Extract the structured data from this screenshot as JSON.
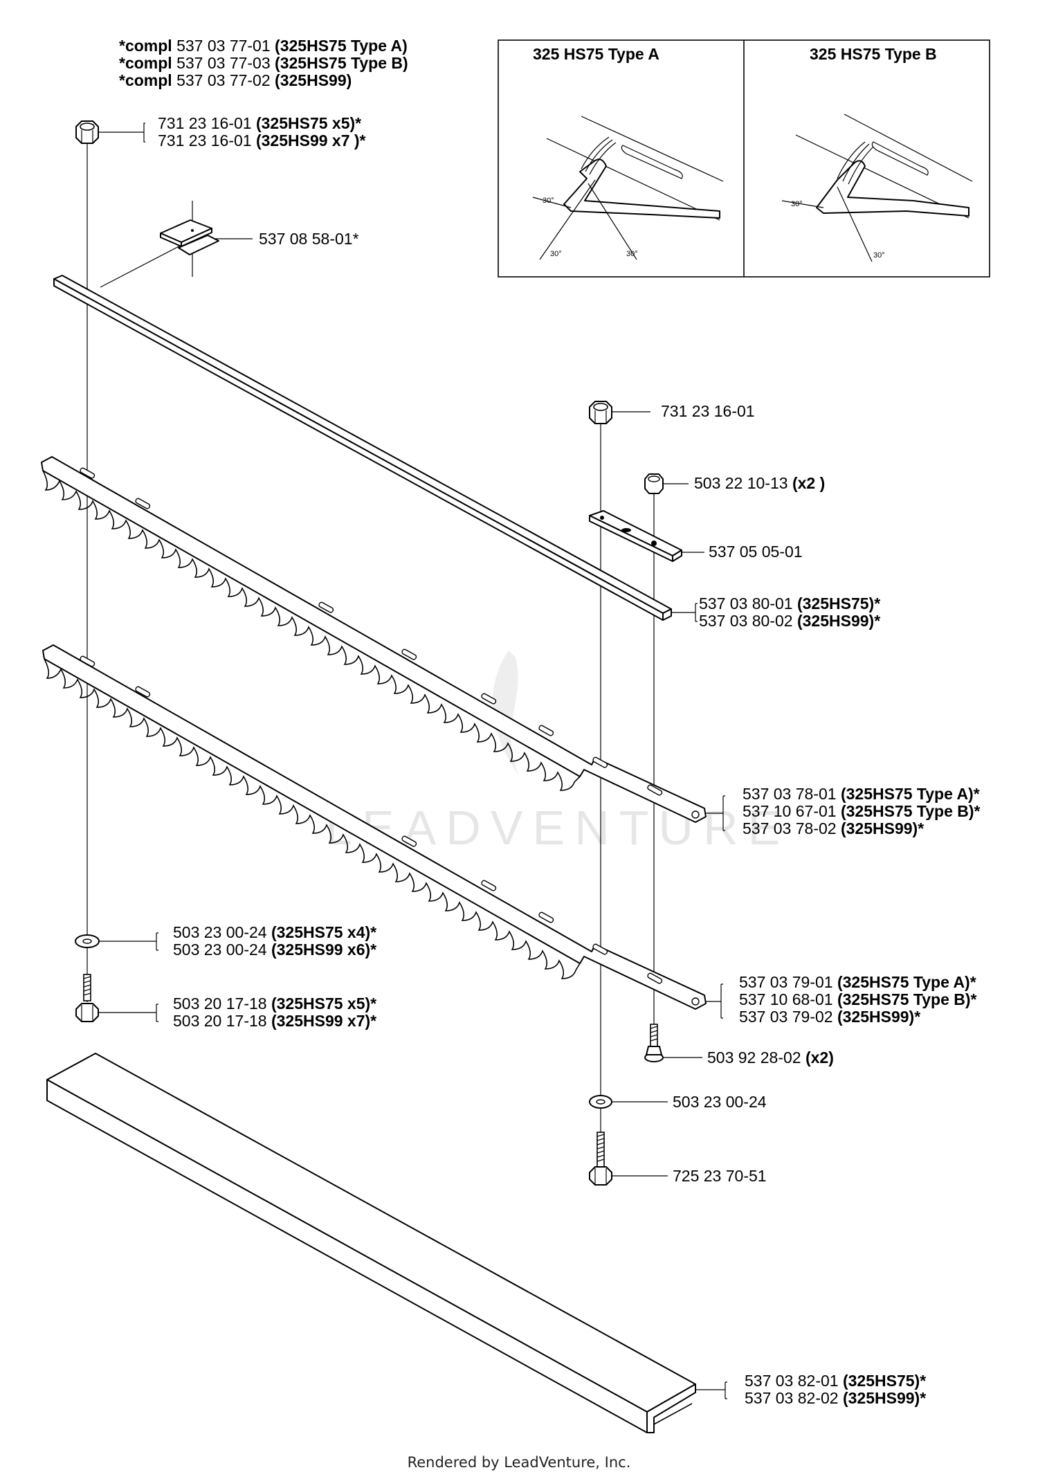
{
  "header_notes": [
    {
      "prefix": "*compl",
      "part": "537 03 77-01",
      "model": "(325HS75 Type A)"
    },
    {
      "prefix": "*compl",
      "part": "537 03 77-03",
      "model": "(325HS75 Type B)"
    },
    {
      "prefix": "*compl",
      "part": "537 03 77-02",
      "model": "(325HS99)"
    }
  ],
  "inset": {
    "type_a_title": "325 HS75 Type A",
    "type_b_title": "325 HS75 Type B",
    "type_a_angles": [
      "30°",
      "30°",
      "30°"
    ],
    "type_b_angles": [
      "30°",
      "30°"
    ]
  },
  "callouts": {
    "nut_top_left": [
      {
        "part": "731 23 16-01",
        "model": "(325HS75 x5)*"
      },
      {
        "part": "731 23 16-01",
        "model": "(325HS99 x7 )*"
      }
    ],
    "clip": {
      "part": "537 08 58-01*",
      "model": ""
    },
    "nut_right": {
      "part": "731 23 16-01",
      "model": ""
    },
    "nut_small_right": {
      "part": "503 22 10-13",
      "model": "(x2 )"
    },
    "plate_right": {
      "part": "537 05 05-01",
      "model": ""
    },
    "guide_bar": [
      {
        "part": "537 03 80-01",
        "model": "(325HS75)*"
      },
      {
        "part": "537 03 80-02",
        "model": "(325HS99)*"
      }
    ],
    "upper_blade": [
      {
        "part": "537 03 78-01",
        "model": "(325HS75 Type A)*"
      },
      {
        "part": "537 10 67-01",
        "model": "(325HS75 Type B)*"
      },
      {
        "part": "537 03 78-02",
        "model": "(325HS99)*"
      }
    ],
    "washer_left": [
      {
        "part": "503 23 00-24",
        "model": "(325HS75 x4)*"
      },
      {
        "part": "503 23 00-24",
        "model": "(325HS99 x6)*"
      }
    ],
    "screw_left": [
      {
        "part": "503 20 17-18",
        "model": "(325HS75 x5)*"
      },
      {
        "part": "503 20 17-18",
        "model": "(325HS99 x7)*"
      }
    ],
    "lower_blade": [
      {
        "part": "537 03 79-01",
        "model": "(325HS75 Type A)*"
      },
      {
        "part": "537 10 68-01",
        "model": "(325HS75 Type B)*"
      },
      {
        "part": "537 03 79-02",
        "model": "(325HS99)*"
      }
    ],
    "screw_right": {
      "part": "503 92 28-02",
      "model": "(x2)"
    },
    "washer_right": {
      "part": "503 23 00-24",
      "model": ""
    },
    "bolt_right": {
      "part": "725 23 70-51",
      "model": ""
    },
    "guard": [
      {
        "part": "537 03 82-01",
        "model": "(325HS75)*"
      },
      {
        "part": "537 03 82-02",
        "model": "(325HS99)*"
      }
    ]
  },
  "watermark": "LEADVENTURE",
  "footer": "Rendered by LeadVenture, Inc."
}
